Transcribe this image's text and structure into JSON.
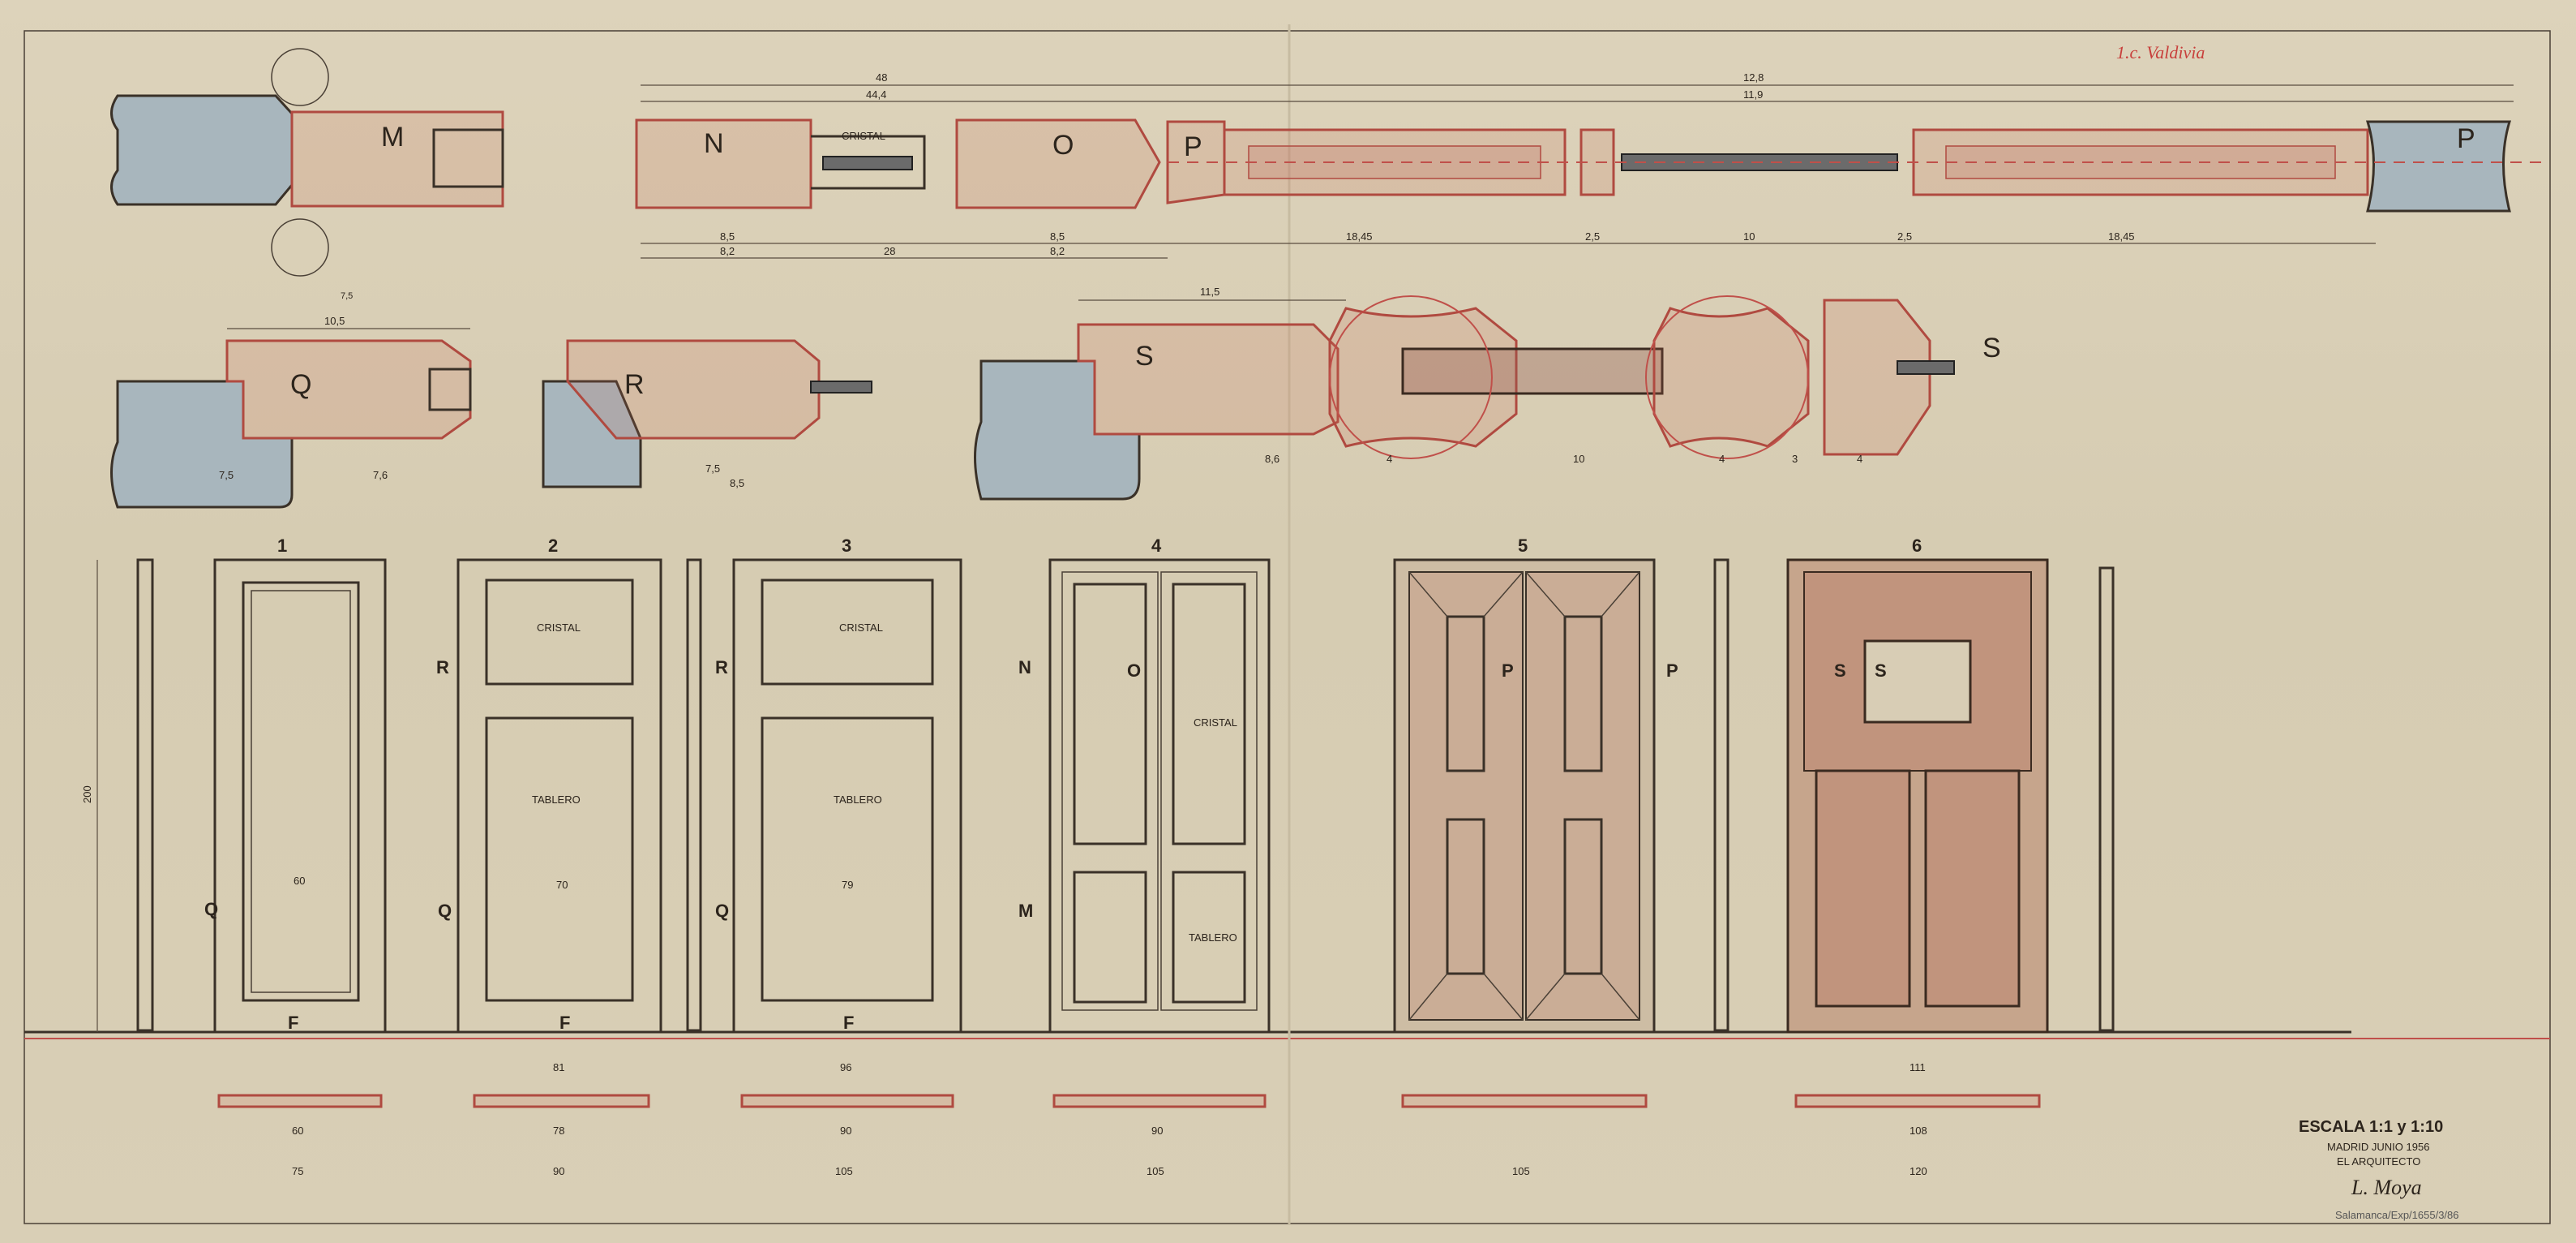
{
  "header_note": "1.c. Valdivia",
  "archive_ref": "Salamanca/Exp/1655/3/86",
  "section_labels": {
    "m": "M",
    "n": "N",
    "o": "O",
    "p_top": "P",
    "p_right": "P",
    "q": "Q",
    "r": "R",
    "s_left": "S",
    "s_right": "S"
  },
  "door_numbers": [
    "1",
    "2",
    "3",
    "4",
    "5",
    "6"
  ],
  "panel_labels": {
    "cristal_n": "CRISTAL",
    "cristal_2": "CRISTAL",
    "cristal_3": "CRISTAL",
    "cristal_4": "CRISTAL",
    "tablero_2": "TABLERO",
    "tablero_3": "TABLERO",
    "tablero_4": "TABLERO"
  },
  "marker_letters": {
    "r2": "R",
    "r3": "R",
    "q1": "Q",
    "q2": "Q",
    "q3": "Q",
    "n4": "N",
    "o4": "O",
    "m4": "M",
    "p5l": "P",
    "p5r": "P",
    "s6l": "S",
    "s6r": "S",
    "f1": "F",
    "f2": "F",
    "f3": "F"
  },
  "dimensions": {
    "top_48": "48",
    "top_128": "12,8",
    "top_444": "44,4",
    "top_119": "11,9",
    "n_85": "8,5",
    "n_82": "8,2",
    "n_28": "28",
    "o_85": "8,5",
    "o_82": "8,2",
    "p_1845a": "18,45",
    "p_25a": "2,5",
    "p_10": "10",
    "p_25b": "2,5",
    "p_1845b": "18,45",
    "m_75": "7,5",
    "q_105": "10,5",
    "q_75": "7,5",
    "q_76": "7,6",
    "r_75": "7,5",
    "r_85": "8,5",
    "s_115": "11,5",
    "s_86": "8,6",
    "s_4a": "4",
    "s_10": "10",
    "s_4b": "4",
    "s_3": "3",
    "s_4c": "4",
    "d1_h": "200",
    "d1_w": "60",
    "d1_b60": "60",
    "d1_b75": "75",
    "d2_w": "70",
    "d2_b81": "81",
    "d2_b78": "78",
    "d2_b90": "90",
    "d3_w": "79",
    "d3_b96": "96",
    "d3_b90": "90",
    "d3_b105": "105",
    "d4_b90": "90",
    "d4_b105": "105",
    "d5_b105": "105",
    "d6_b111": "111",
    "d6_b108": "108",
    "d6_b120": "120"
  },
  "title_block": {
    "scale": "ESCALA 1:1 y 1:10",
    "date": "MADRID JUNIO 1956",
    "role": "EL ARQUITECTO",
    "signature": "L. Moya"
  },
  "colors": {
    "paper": "#d7ccb3",
    "ink": "#3a3128",
    "red_pencil": "#c0504a",
    "blue_wash": "#a8b6bd",
    "wood_wash": "#c49a80"
  }
}
